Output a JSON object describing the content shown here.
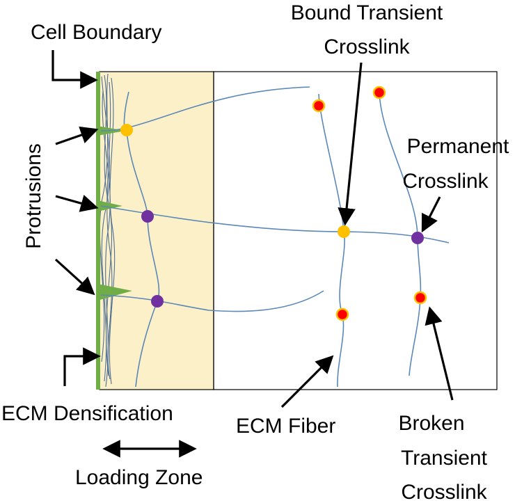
{
  "labels": {
    "cell_boundary": "Cell Boundary",
    "protrusions": "Protrusions",
    "ecm_densification": "ECM Densification",
    "loading_zone": "Loading Zone",
    "bound_transient_line1": "Bound Transient",
    "bound_transient_line2": "Crosslink",
    "permanent_line1": "Permanent",
    "permanent_line2": "Crosslink",
    "ecm_fiber": "ECM Fiber",
    "broken_line1": "Broken",
    "broken_line2": "Transient",
    "broken_line3": "Crosslink"
  },
  "colors": {
    "cell_boundary": "#70ad47",
    "loading_zone_fill": "#fbf0c8",
    "fiber": "#5b88b8",
    "bound_transient_crosslink": "#ffc000",
    "permanent_crosslink": "#7030a0",
    "broken_crosslink_fill": "#ff0000",
    "broken_crosslink_ring": "#ffc000"
  }
}
